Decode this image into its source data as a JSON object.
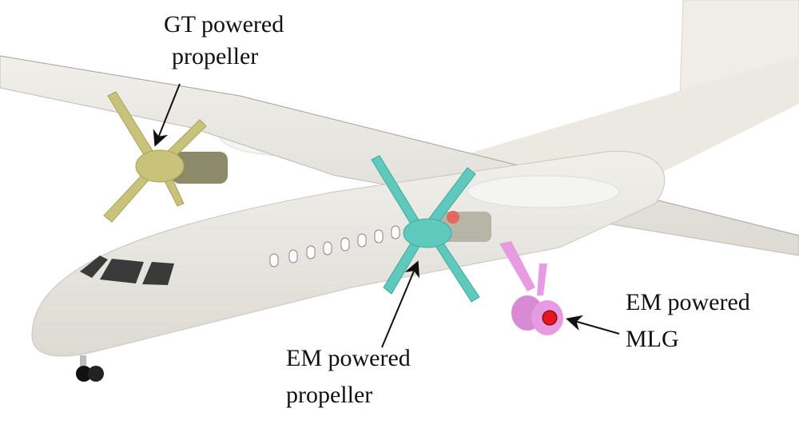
{
  "labels": {
    "gt_propeller": {
      "line1": "GT powered",
      "line2": "propeller"
    },
    "em_propeller": {
      "line1": "EM powered",
      "line2": "propeller"
    },
    "em_mlg": {
      "line1": "EM powered",
      "line2": "MLG"
    }
  },
  "colors": {
    "fuselage": "#e9e7e1",
    "wing": "#c9c8c3",
    "gt_propeller": "#c8c27a",
    "em_propeller": "#5fc9bd",
    "mlg": "#e79be0",
    "mlg_hub": "#e4161e",
    "arrow": "#111111"
  }
}
